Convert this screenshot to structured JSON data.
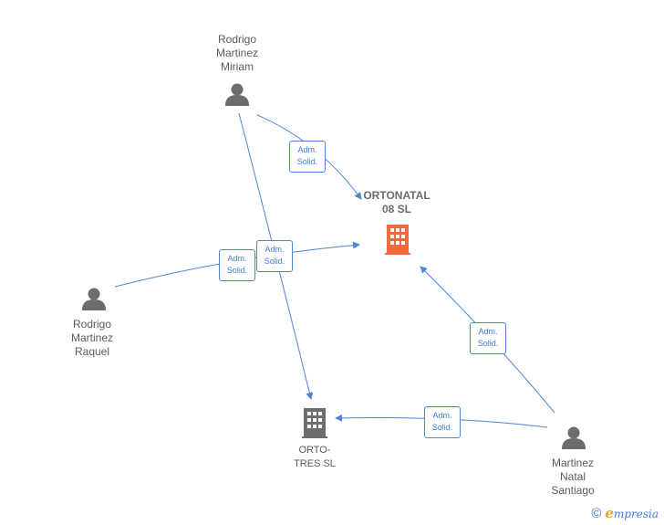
{
  "nodes": {
    "miriam": {
      "lines": [
        "Rodrigo",
        "Martinez",
        "Miriam"
      ],
      "type": "person"
    },
    "raquel": {
      "lines": [
        "Rodrigo",
        "Martinez",
        "Raquel"
      ],
      "type": "person"
    },
    "santiago": {
      "lines": [
        "Martinez",
        "Natal",
        "Santiago"
      ],
      "type": "person"
    },
    "ortonatal": {
      "lines": [
        "ORTONATAL",
        "08 SL"
      ],
      "type": "company",
      "color": "#f26a3c"
    },
    "ortotres": {
      "lines": [
        "ORTO-",
        "TRES SL"
      ],
      "type": "company",
      "color": "#6d6d6d"
    }
  },
  "edges": [
    {
      "id": "e1",
      "from": "miriam",
      "to": "ortonatal",
      "label": [
        "Adm.",
        "Solid."
      ]
    },
    {
      "id": "e2",
      "from": "raquel",
      "to": "ortonatal",
      "label": [
        "Adm.",
        "Solid."
      ]
    },
    {
      "id": "e3",
      "from": "miriam",
      "to": "ortotres",
      "label": [
        "Adm.",
        "Solid."
      ]
    },
    {
      "id": "e4",
      "from": "santiago",
      "to": "ortonatal",
      "label": [
        "Adm.",
        "Solid."
      ]
    },
    {
      "id": "e5",
      "from": "santiago",
      "to": "ortotres",
      "label": [
        "Adm.",
        "Solid."
      ]
    }
  ],
  "colors": {
    "edge": "#4a86d6",
    "person_icon": "#6d6d6d",
    "label_text": "#5a5a5a"
  },
  "footer": {
    "copyright_symbol": "©",
    "brand_initial": "e",
    "brand_rest": "mpresia"
  }
}
